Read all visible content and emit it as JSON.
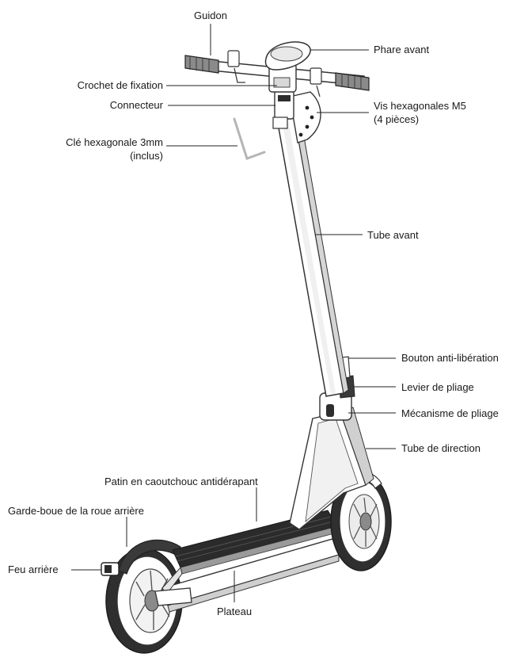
{
  "labels": {
    "guidon": "Guidon",
    "phare_avant": "Phare avant",
    "crochet": "Crochet de fixation",
    "connecteur": "Connecteur",
    "vis_line1": "Vis hexagonales M5",
    "vis_line2": "(4 pièces)",
    "cle_line1": "Clé hexagonale 3mm",
    "cle_line2": "(inclus)",
    "tube_avant": "Tube avant",
    "bouton": "Bouton anti-libération",
    "levier": "Levier de pliage",
    "mecanisme": "Mécanisme de pliage",
    "tube_direction": "Tube de direction",
    "patin": "Patin en caoutchouc antidérapant",
    "garde_boue": "Garde-boue de la roue arrière",
    "feu": "Feu arrière",
    "plateau": "Plateau"
  }
}
